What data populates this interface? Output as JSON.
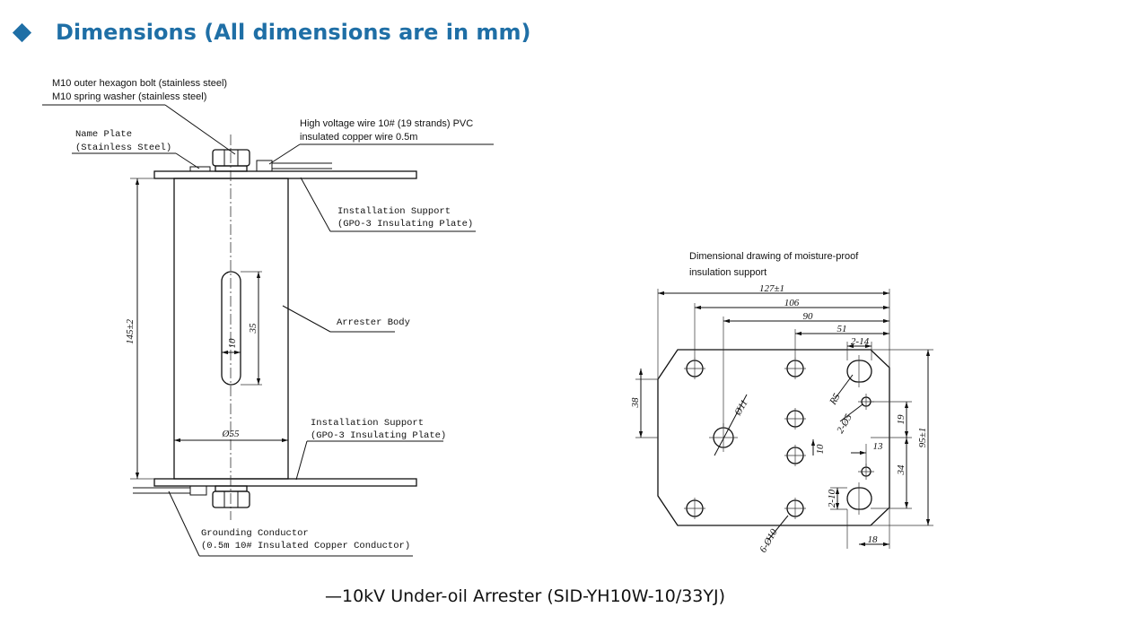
{
  "header": {
    "title": "Dimensions (All dimensions are in mm)",
    "bullet_icon": "diamond-icon",
    "accent_color": "#1f6fa6"
  },
  "arrester_view": {
    "labels": {
      "bolt_line1": "M10 outer hexagon bolt (stainless steel)",
      "bolt_line2": "M10 spring washer (stainless steel)",
      "nameplate_line1": "Name Plate",
      "nameplate_line2": "(Stainless Steel)",
      "hv_wire_line1": "High voltage wire 10# (19 strands) PVC",
      "hv_wire_line2": "insulated copper wire 0.5m",
      "top_support_line1": "Installation Support",
      "top_support_line2": "(GPO-3 Insulating Plate)",
      "body": "Arrester Body",
      "bottom_support_line1": "Installation Support",
      "bottom_support_line2": "(GPO-3 Insulating Plate)",
      "ground_line1": "Grounding Conductor",
      "ground_line2": "(0.5m 10# Insulated Copper Conductor)"
    },
    "dimensions": {
      "height": "145±2",
      "diameter": "Ø55",
      "slot_length": "35",
      "slot_width": "10"
    }
  },
  "support_view": {
    "title_line1": "Dimensional drawing of moisture-proof",
    "title_line2": "insulation support",
    "dimensions": {
      "overall_width": "127±1",
      "width_106": "106",
      "width_90": "90",
      "width_51": "51",
      "slot_2_14": "2-14",
      "r5": "R5",
      "hole_2_phi5": "2-Ø5",
      "hole_phi11": "Ø11",
      "left_38": "38",
      "right_19": "19",
      "overall_height": "95±1",
      "dim_13": "13",
      "dim_10": "10",
      "right_34": "34",
      "slot_2_10": "2-10",
      "holes_6_phi10": "6-Ø10",
      "bottom_18": "18"
    }
  },
  "caption": "—10kV Under-oil Arrester (SID-YH10W-10/33YJ)"
}
